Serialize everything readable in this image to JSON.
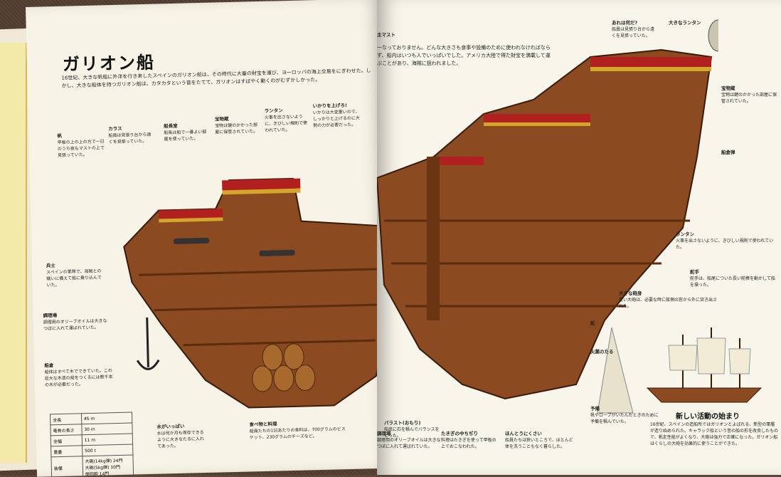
{
  "title": "ガリオン船",
  "intro_left": "16世紀、大きな帆船に外洋を行き来したスペインのガリオン船は、その時代に大量の財宝を運び、ヨーロッパの海上交易をにぎわせた。しかし、大きな船体を持つガリオン船は、カタカタという音をたてて、ガリオンはすばやく動くのがむずかしかった。",
  "intro_right": "一なっておりません。どんな大きさも食事や設備のために使われなければならず、船内はいつも人でいっぱいでした。アメリカ大陸で得た財宝を満載して運ぶことがあり、海賊に狙われました。",
  "labels": {
    "hold": "船倉",
    "sail": "帆",
    "soldier": "兵士",
    "crow": "カラス",
    "galley": "調理場",
    "anchor": "いかりを上げろ!",
    "ballast": "バラスト(おもり)",
    "captain": "船長室",
    "food": "食べ物と料理",
    "water": "水がいっぱい",
    "stove": "たきぎの中ちぢり",
    "cabin": "ほんとうにくさい",
    "mast": "主マスト",
    "lantern": "大きなランタン",
    "lantern2": "ランタン",
    "what": "あれは何だ?",
    "treasure": "宝物蔵",
    "rudder": "舵手",
    "cannon": "大きな砲身",
    "ammo": "船倉弾",
    "stern": "舵",
    "rope": "予備",
    "powder": "火薬のたる"
  },
  "label_texts": {
    "sail_t": "甲板の上の上の方で一日のうち夜もマストの上で見張っていた。",
    "soldier_t": "スペインの軍隊で、海賊との戦いに備えて船に乗り込んでいた。",
    "galley_t": "調理用のオリーブオイルは大きなつぼに入れて運ばれていた。",
    "hold_t": "船体はすべて木でできていた。この巨大な木造の船をつくるには数千本の木が必要だった。",
    "captain_t": "船長は船で一番よい部屋を使っていた。",
    "anchor_t": "いかりは大変重いので、しっかりと上げるのに大勢の力が必要だった。",
    "food_t": "船員たちの1日あたりの食料は、700グラムのビスケット、230グラムのチーズなど。",
    "water_t": "水は何か月も保存できるように大きなたるに入れてあった。",
    "stove_t": "料理はたきぎを使って甲板の上でおこなわれた。",
    "cabin_t": "船員たちは狭いところで、ほとんど体を洗うこともなく暮らした。",
    "ballast_t": "船底に石を積んでバランスをとった。",
    "lantern_t": "火事を出さないように、きびしい規則で使われていた。",
    "what_t": "船員は見張り台から遠くを見張っていた。",
    "treasure_t": "宝物は鍵のかかった部屋に保管されていた。",
    "rudder_t": "舵手は、船尾についた長い舵棒を動かして船を操った。",
    "cannon_t": "重い大砲は、必要な時に舷側の窓から外に突き出された。",
    "rope_t": "帆やロープがいたんだときのために予備を積んでいた。",
    "mast_t": "",
    "powder_t": ""
  },
  "bottom_title": "新しい活動の始まり",
  "bottom_text": "16世紀、スペインの造船所ではガリオンとよばれる、新型の軍艦が造り始められた。キャラック船という昔の船の形を改良したもので、帆走性能がよくなり、大砲は強力で正確になった。ガリオン船はくらしの大砲を効果的に使うことができた。",
  "table": {
    "rows": [
      {
        "k": "全長",
        "v": "45 m"
      },
      {
        "k": "竜骨の長さ",
        "v": "30 m"
      },
      {
        "k": "全幅",
        "v": "11 m"
      },
      {
        "k": "重量",
        "v": "500 t"
      },
      {
        "k": "装備",
        "v": "大砲(14kg弾) 24門\n大砲(5kg弾) 10門\n旋回砲 14門"
      }
    ]
  },
  "colors": {
    "page": "#f8f5ea",
    "wood": "#8b4a1f",
    "wood_dark": "#5a2d10",
    "red": "#b21f1f",
    "gold": "#d4a62a",
    "cloth": "#5b463a"
  }
}
